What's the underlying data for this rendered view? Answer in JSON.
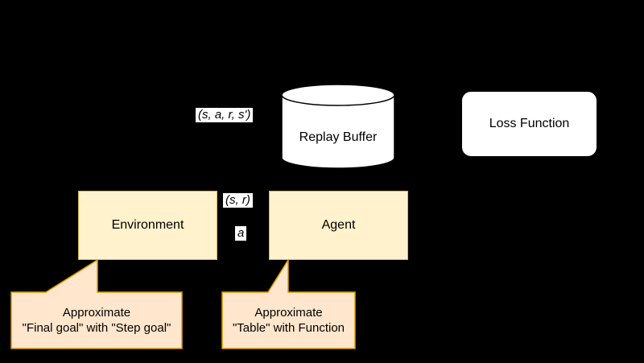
{
  "nodes": {
    "replay_buffer": "Replay Buffer",
    "loss_function": "Loss Function",
    "environment": "Environment",
    "agent": "Agent"
  },
  "edge_labels": {
    "transition": "(s, a, r, s')",
    "state_reward": "(s, r)",
    "action": "a"
  },
  "callouts": {
    "environment": {
      "line1": "Approximate",
      "line2": "\"Final goal\" with \"Step goal\""
    },
    "agent": {
      "line1": "Approximate",
      "line2": "\"Table\" with Function"
    }
  },
  "colors": {
    "background": "#000000",
    "node_fill_white": "#ffffff",
    "node_fill_yellow": "#fff2cc",
    "node_stroke_yellow": "#d6b656",
    "callout_fill": "#ffe6cc",
    "callout_stroke": "#d79b00"
  }
}
